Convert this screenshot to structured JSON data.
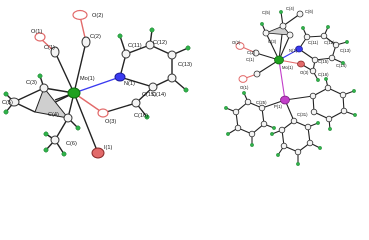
{
  "colors": {
    "carbon_fill": "#f4f4f4",
    "carbon_stroke": "#333333",
    "hydrogen": "#2fb24a",
    "oxygen": "#e26a6a",
    "nitrogen": "#3a3af0",
    "molybdenum": "#1fa11f",
    "phosphorus": "#c23fc9",
    "bond": "#222222"
  },
  "left_structure": {
    "atom_labels": {
      "O2": "O(2)",
      "O1": "O(1)",
      "C1": "C(1)",
      "C2": "C(2)",
      "C11": "C(11)",
      "C12": "C(12)",
      "C13": "C(13)",
      "Mo1": "Mo(1)",
      "N1": "N(1)",
      "C3": "C(3)",
      "C5": "C(5)",
      "C4": "C(4)",
      "C15": "C(15)",
      "C14": "C(14)",
      "O3": "O(3)",
      "C16": "C(16)",
      "C6": "C(6)",
      "I1": "I(1)"
    }
  },
  "right_structure": {
    "atom_labels": {
      "C5": "C(5)",
      "C4": "C(4)",
      "C6": "C(6)",
      "C3": "C(3)",
      "C11": "C(11)",
      "C12": "C(12)",
      "C1": "C(1)",
      "N1": "N(1)",
      "C13": "C(13)",
      "O2": "O(2)",
      "C2": "C(2)",
      "Mo": "Mo(1)",
      "C15": "C(15)",
      "C14": "C(14)",
      "O1": "O(1)",
      "O3": "O(3)",
      "C16": "C(16)",
      "C25": "C(25)",
      "P1": "P(1)",
      "C31": "C(31)"
    }
  }
}
